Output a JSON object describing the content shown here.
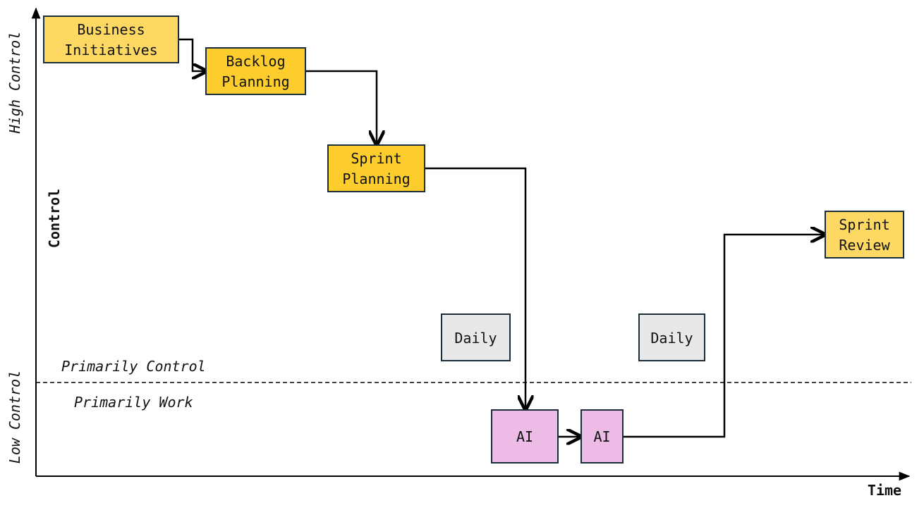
{
  "axes": {
    "y_label": "Control",
    "x_label": "Time",
    "y_high": "High Control",
    "y_low": "Low Control"
  },
  "regions": {
    "above": "Primarily Control",
    "below": "Primarily Work"
  },
  "colors": {
    "control_fill": "#fdd862",
    "planning_fill": "#fccd2d",
    "daily_fill": "#e8e8e8",
    "work_fill": "#ecbbe6",
    "stroke": "#1c2d3a",
    "line": "#000000"
  },
  "nodes": {
    "business_initiatives": {
      "lines": [
        "Business",
        "Initiatives"
      ]
    },
    "backlog_planning": {
      "lines": [
        "Backlog",
        "Planning"
      ]
    },
    "sprint_planning": {
      "lines": [
        "Sprint",
        "Planning"
      ]
    },
    "daily_1": {
      "lines": [
        "Daily"
      ]
    },
    "daily_2": {
      "lines": [
        "Daily"
      ]
    },
    "ai_1": {
      "lines": [
        "AI"
      ]
    },
    "ai_2": {
      "lines": [
        "AI"
      ]
    },
    "sprint_review": {
      "lines": [
        "Sprint",
        "Review"
      ]
    }
  }
}
